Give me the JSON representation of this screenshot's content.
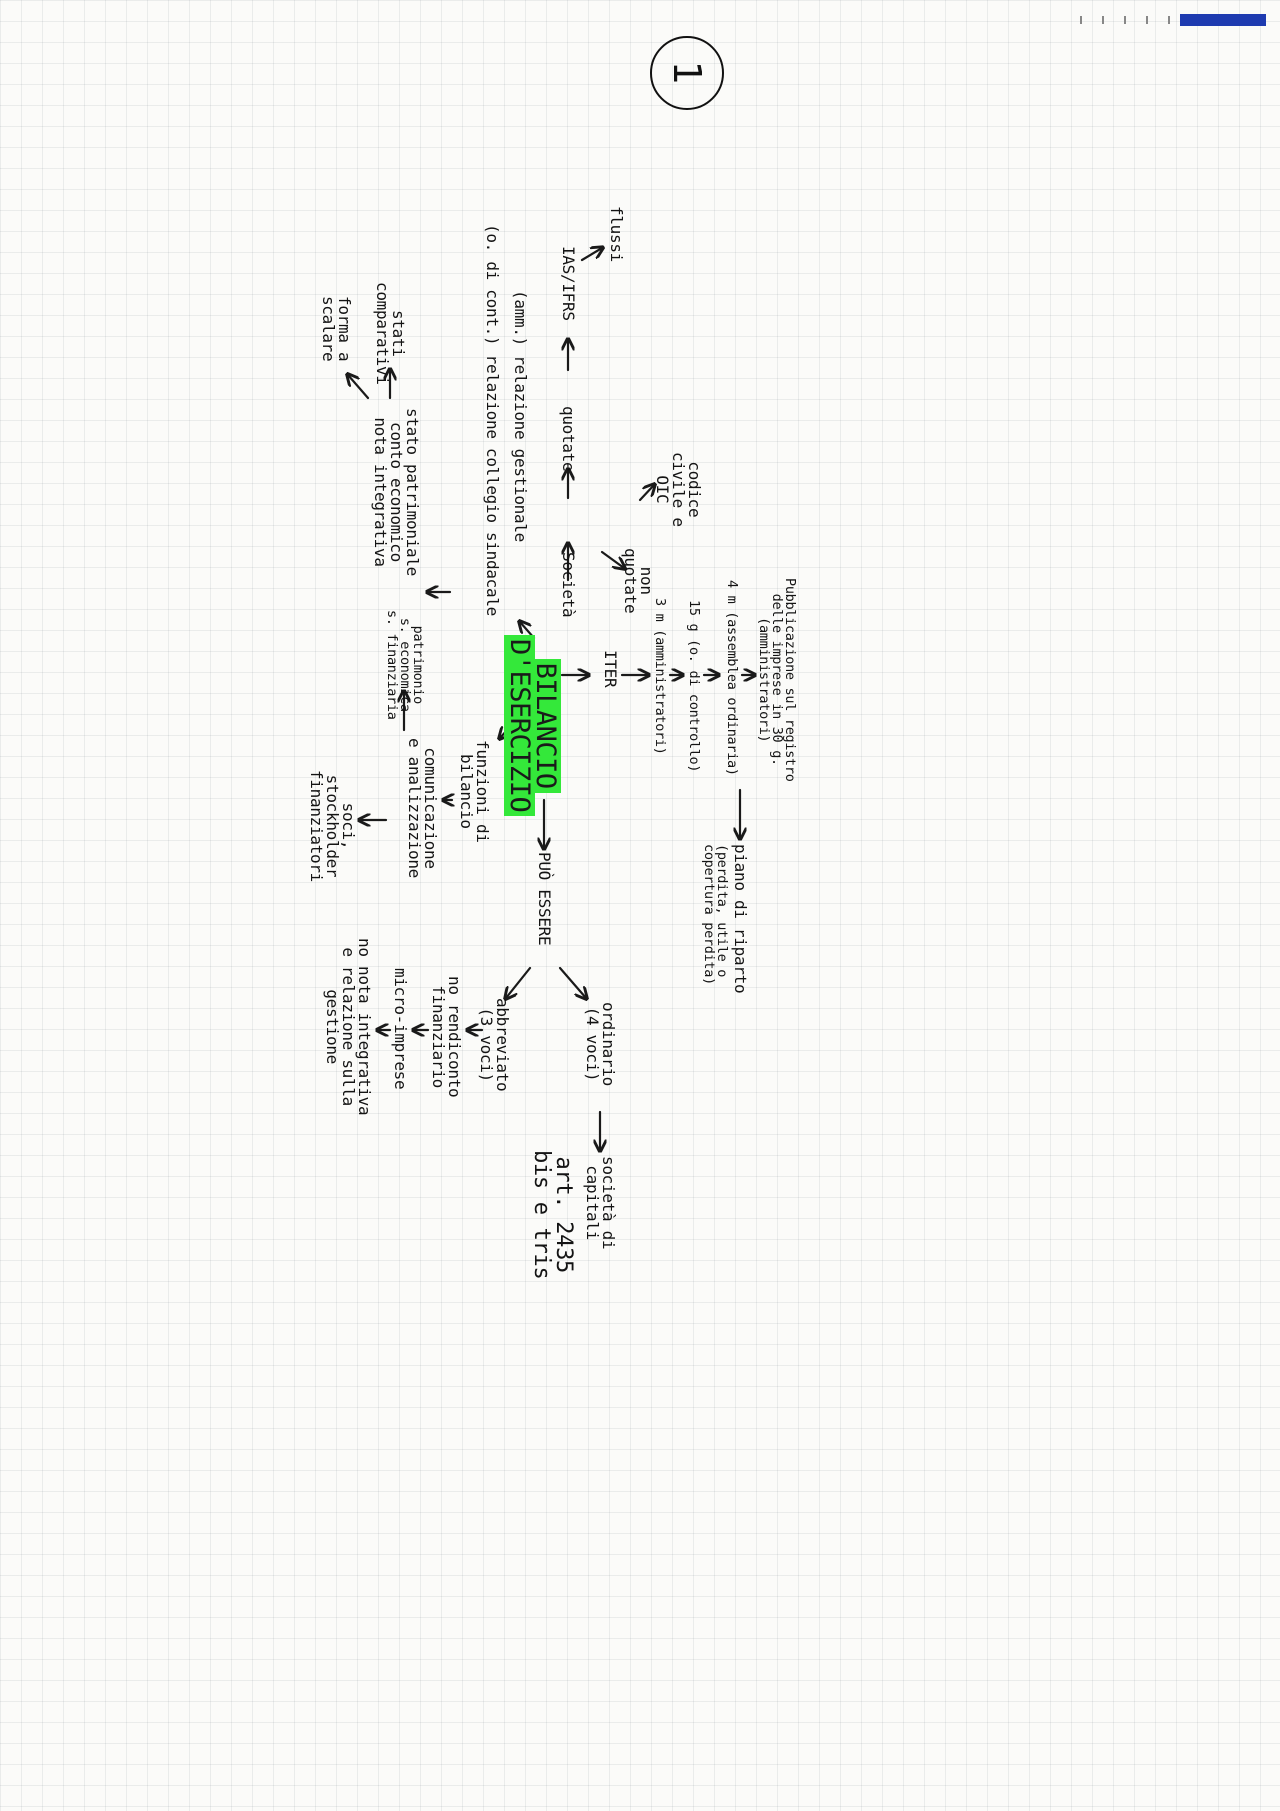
{
  "page_number": "1",
  "center": {
    "line1": "BILANCIO",
    "line2": "D'ESERCIZIO"
  },
  "top": {
    "iter": "ITER",
    "steps": [
      [
        "3 m (amministratori)"
      ],
      [
        "15 g (o. di controllo)"
      ],
      [
        "4 m (assemblea ordinaria)"
      ],
      [
        "Pubblicazione sul registro",
        "delle imprese in 30 g.",
        "(amministratori)"
      ]
    ],
    "piano": [
      "piano di riparto",
      "(perdita, utile o",
      "copertura perdita)"
    ]
  },
  "right": {
    "puo_essere": "PUÒ ESSERE",
    "ordinario": [
      "ordinario",
      "(4 voci)"
    ],
    "societa": [
      "società di",
      "capitali"
    ],
    "articolo": [
      "art. 2435",
      "bis e tris"
    ],
    "abbreviato": [
      "abbreviato",
      "(3 voci)"
    ],
    "no_rendiconto": [
      "no rendiconto",
      "finanziario"
    ],
    "micro": [
      "micro-imprese"
    ],
    "no_nota": [
      "no nota integrativa",
      "e relazione sulla",
      "gestione"
    ]
  },
  "bottom": {
    "funzioni": [
      "funzioni di",
      "bilancio"
    ],
    "comunicazione": [
      "comunicazione",
      "e analizzazione"
    ],
    "soci": [
      "soci,",
      "stockholder",
      "finanziatori"
    ],
    "patrimonio": [
      "patrimonio",
      "s. economica",
      "s. finanziaria"
    ]
  },
  "left": {
    "societa": "Società",
    "non_quotate": [
      "non",
      "quotate"
    ],
    "codice": [
      "codice",
      "civile e",
      "OIC"
    ],
    "quotate": "quotate",
    "ias": "IAS/IFRS",
    "flussi": "flussi",
    "relazione_gestionale": "(amm.)  relazione gestionale",
    "relazione_collegio": "(o. di cont.)  relazione collegio sindacale",
    "stato_patrimoniale": [
      "stato patrimoniale",
      "conto economico",
      "nota integrativa"
    ],
    "stati_comparativi": [
      "stati",
      "comparativi"
    ],
    "forma_scalare": [
      "forma a",
      "scalare"
    ]
  }
}
